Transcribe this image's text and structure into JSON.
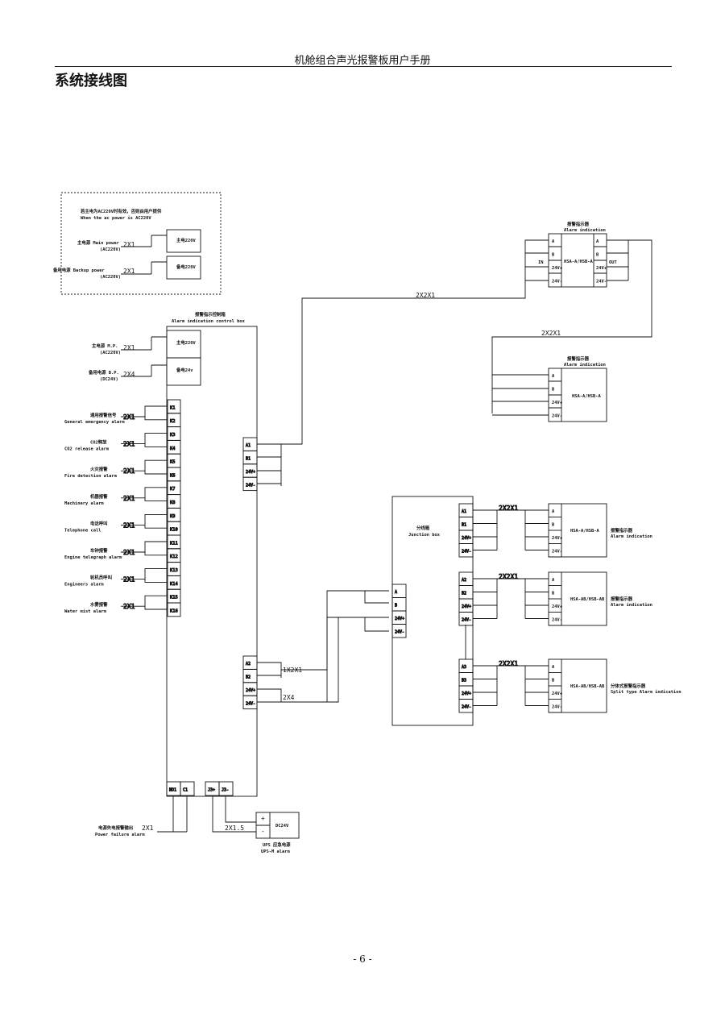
{
  "page": {
    "header": "机舱组合声光报警板用户手册",
    "title": "系统接线图",
    "footer": "- 6 -"
  },
  "power": {
    "note_cn": "若主电为AC220V时有效，否则由用户提供",
    "note_en": "When the ac power is AC220V",
    "main_label_cn": "主电源 Main power",
    "main_sub": "(AC220V)",
    "main_cable": "2X1",
    "main_box": "主电220V",
    "backup_label_cn": "备用电源 Backup power",
    "backup_sub": "(AC220V)",
    "backup_cable": "2X1",
    "backup_box": "备电220V"
  },
  "control": {
    "title_cn": "报警指示控制箱",
    "title_en": "Alarm indication control box",
    "main_label": "主电源 M.P.",
    "main_sub": "(AC220V)",
    "main_cable": "2X1",
    "main_box": "主电220V",
    "backup_label": "备用电源 B.P.",
    "backup_sub": "(DC24V)",
    "backup_cable": "2X4",
    "backup_box": "备电24v",
    "terminals": [
      "K1",
      "K2",
      "K3",
      "K4",
      "K5",
      "K6",
      "K7",
      "K8",
      "K9",
      "K10",
      "K11",
      "K12",
      "K13",
      "K14",
      "K15",
      "K16"
    ],
    "bus1_terminals": [
      "A1",
      "B1",
      "24V+",
      "24V-"
    ],
    "bus2_terminals": [
      "A2",
      "B2",
      "24V+",
      "24V-"
    ],
    "bottom_terminals": [
      "NO1",
      "C1",
      "J3+",
      "J3-"
    ]
  },
  "inputs": [
    {
      "cn": "通用报警信号",
      "en": "General emergency alarm",
      "cable": "2X1"
    },
    {
      "cn": "CO2释放",
      "en": "CO2 release alarm",
      "cable": "2X1"
    },
    {
      "cn": "火灾报警",
      "en": "Fire detection alarm",
      "cable": "2X1"
    },
    {
      "cn": "机器报警",
      "en": "Machinery alarm",
      "cable": "2X1"
    },
    {
      "cn": "电话呼叫",
      "en": "Telephone call",
      "cable": "2X1"
    },
    {
      "cn": "车钟报警",
      "en": "Engine telegraph alarm",
      "cable": "2X1"
    },
    {
      "cn": "轮机员呼叫",
      "en": "Engineers alarm",
      "cable": "2X1"
    },
    {
      "cn": "水雾报警",
      "en": "Water mist alarm",
      "cable": "2X1"
    }
  ],
  "power_fail": {
    "cn": "电源失电报警输出",
    "en": "Power failure alarm",
    "cable": "2X1"
  },
  "ups": {
    "box": "DC24V",
    "plus": "+",
    "minus": "-",
    "cable": "2X1.5",
    "label_cn": "UPS 应急电源",
    "label_en": "UPS-M alarm"
  },
  "bus": {
    "top_cable": "2X2X1",
    "chain_cable": "2X2X1",
    "jb_bus_cable": "1X2X1",
    "jb_power_cable": "2X4",
    "branch_cables": [
      "2X2X1",
      "2X2X1",
      "2X2X1"
    ]
  },
  "junction": {
    "title_cn": "分线箱",
    "title_en": "Junction box",
    "input_terminals": [
      "A",
      "B",
      "24V+",
      "24V-"
    ],
    "groups": [
      [
        "A1",
        "B1",
        "24V+",
        "24V-"
      ],
      [
        "A2",
        "B2",
        "24V+",
        "24V-"
      ],
      [
        "A3",
        "B3",
        "24V+",
        "24V-"
      ]
    ]
  },
  "indicators": [
    {
      "title_cn": "报警指示器",
      "title_en": "Alarm indication",
      "model": "HSA-A/HSB-A",
      "left": [
        "A",
        "B",
        "24V+",
        "24V-"
      ],
      "right": [
        "A",
        "B",
        "24V+",
        "24V-"
      ],
      "in_label": "IN",
      "out_label": "OUT"
    },
    {
      "title_cn": "报警指示器",
      "title_en": "Alarm indication",
      "model": "HSA-A/HSB-A",
      "terms": [
        "A",
        "B",
        "24V+",
        "24V-"
      ]
    },
    {
      "label_cn": "报警指示器",
      "label_en": "Alarm indication",
      "model": "HSA-A/HSB-A",
      "terms": [
        "A",
        "B",
        "24V+",
        "24V-"
      ]
    },
    {
      "label_cn": "报警指示器",
      "label_en": "Alarm indication",
      "model": "HSA-AB/HSB-AB",
      "terms": [
        "A",
        "B",
        "24V+",
        "24V-"
      ]
    },
    {
      "label_cn": "分体式报警指示器",
      "label_en": "Split type Alarm indication",
      "model": "HSA-AB/HSB-AB",
      "terms": [
        "A",
        "B",
        "24V+",
        "24V-"
      ]
    }
  ]
}
